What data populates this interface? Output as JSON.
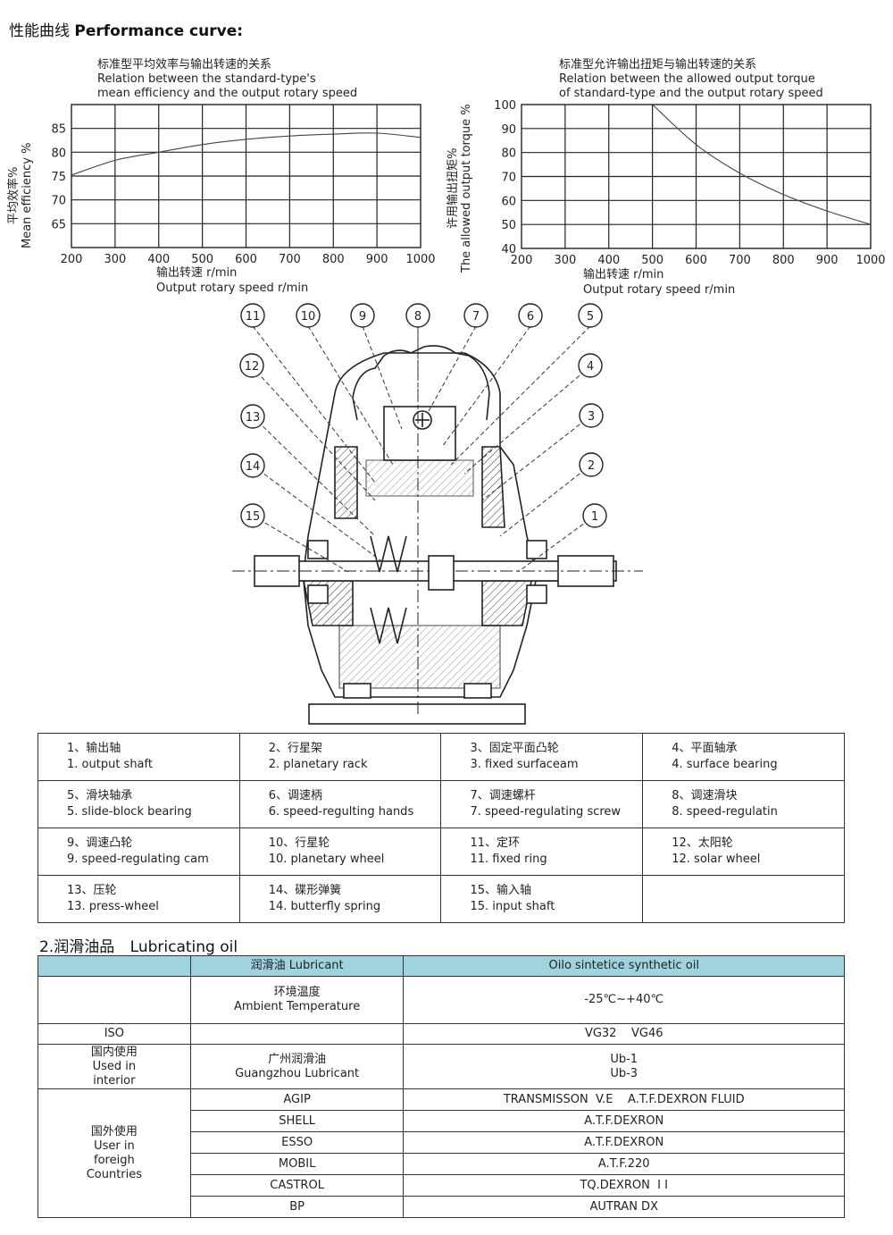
{
  "section1": {
    "zh": "性能曲线",
    "en": "Performance curve:"
  },
  "charts": {
    "left": {
      "title_zh": "标准型平均效率与输出转速的关系",
      "title_en1": "Relation between the standard-type's",
      "title_en2": "mean efficiency and the output rotary speed",
      "ylabel_zh": "平均效率%",
      "ylabel_en": "Mean efficiency %",
      "xlabel_zh": "输出转速 r/min",
      "xlabel_en": "Output rotary speed r/min"
    },
    "right": {
      "title_zh": "标准型允许输出扭矩与输出转速的关系",
      "title_en1": "Relation between the allowed output torque",
      "title_en2": "of standard-type and the output rotary speed",
      "ylabel_zh": "许用输出扭矩%",
      "ylabel_en": "The allowed output torque %",
      "xlabel_zh": "输出转速 r/min",
      "xlabel_en": "Output rotary speed r/min"
    }
  },
  "chart_data": [
    {
      "type": "line",
      "x": [
        200,
        300,
        400,
        500,
        600,
        700,
        800,
        900,
        1000
      ],
      "y": [
        75.2,
        78.3,
        80.0,
        81.6,
        82.7,
        83.4,
        83.8,
        84.0,
        83.1
      ],
      "xticks": [
        "200",
        "300",
        "400",
        "500",
        "600",
        "700",
        "800",
        "900",
        "1000"
      ],
      "yticks": [
        "65",
        "70",
        "75",
        "80",
        "85"
      ],
      "xlim": [
        200,
        1000
      ],
      "ylim": [
        60,
        90
      ],
      "grid": true
    },
    {
      "type": "line",
      "x": [
        500,
        600,
        700,
        800,
        900,
        1000
      ],
      "y": [
        100,
        83.3,
        71.4,
        62.5,
        55.6,
        50
      ],
      "xticks": [
        "200",
        "300",
        "400",
        "500",
        "600",
        "700",
        "800",
        "900",
        "1000"
      ],
      "yticks": [
        "40",
        "50",
        "60",
        "70",
        "80",
        "90",
        "100"
      ],
      "xlim": [
        200,
        1000
      ],
      "ylim": [
        40,
        100
      ],
      "grid": true
    }
  ],
  "callouts": [
    "11",
    "10",
    "9",
    "8",
    "7",
    "6",
    "5",
    "4",
    "3",
    "2",
    "1",
    "12",
    "13",
    "14",
    "15"
  ],
  "parts": [
    {
      "zh": "1、输出轴",
      "en": "1. output shaft"
    },
    {
      "zh": "2、行星架",
      "en": "2. planetary rack"
    },
    {
      "zh": "3、固定平面凸轮",
      "en": "3. fixed surfaceam"
    },
    {
      "zh": "4、平面轴承",
      "en": "4. surface bearing"
    },
    {
      "zh": "5、滑块轴承",
      "en": "5. slide-block bearing"
    },
    {
      "zh": "6、调速柄",
      "en": "6. speed-regulting hands"
    },
    {
      "zh": "7、调速螺杆",
      "en": "7. speed-regulating screw"
    },
    {
      "zh": "8、调速滑块",
      "en": "8. speed-regulatin"
    },
    {
      "zh": "9、调速凸轮",
      "en": "9. speed-regulating cam"
    },
    {
      "zh": "10、行星轮",
      "en": "10. planetary wheel"
    },
    {
      "zh": "11、定环",
      "en": "11. fixed ring"
    },
    {
      "zh": "12、太阳轮",
      "en": "12. solar wheel"
    },
    {
      "zh": "13、压轮",
      "en": "13. press-wheel"
    },
    {
      "zh": "14、碟形弹簧",
      "en": "14. butterfly spring"
    },
    {
      "zh": "15、输入轴",
      "en": "15. input shaft"
    }
  ],
  "section2": {
    "zh": "2.润滑油品",
    "en": "Lubricating oil"
  },
  "oil": {
    "header_lubricant": "润滑油 Lubricant",
    "header_oil": "Oilo sintetice synthetic oil",
    "ambient_zh": "环境温度",
    "ambient_en": "Ambient Temperature",
    "ambient_value": "-25℃~+40℃",
    "iso_label": "ISO",
    "iso_value": "VG32    VG46",
    "interior_zh": "国内使用",
    "interior_en1": "Used in",
    "interior_en2": "interior",
    "gz_zh": "广州润滑油",
    "gz_en": "Guangzhou Lubricant",
    "gz_v1": "Ub-1",
    "gz_v2": "Ub-3",
    "foreign_zh": "国外使用",
    "foreign_en1": "User in",
    "foreign_en2": "foreigh",
    "foreign_en3": "Countries",
    "brands": [
      {
        "name": "AGIP",
        "value": "TRANSMISSON  V.E    A.T.F.DEXRON FLUID"
      },
      {
        "name": "SHELL",
        "value": "A.T.F.DEXRON"
      },
      {
        "name": "ESSO",
        "value": "A.T.F.DEXRON"
      },
      {
        "name": "MOBIL",
        "value": "A.T.F.220"
      },
      {
        "name": "CASTROL",
        "value": "TQ.DEXRON  Ⅰ Ⅰ"
      },
      {
        "name": "BP",
        "value": "AUTRAN DX"
      }
    ]
  }
}
